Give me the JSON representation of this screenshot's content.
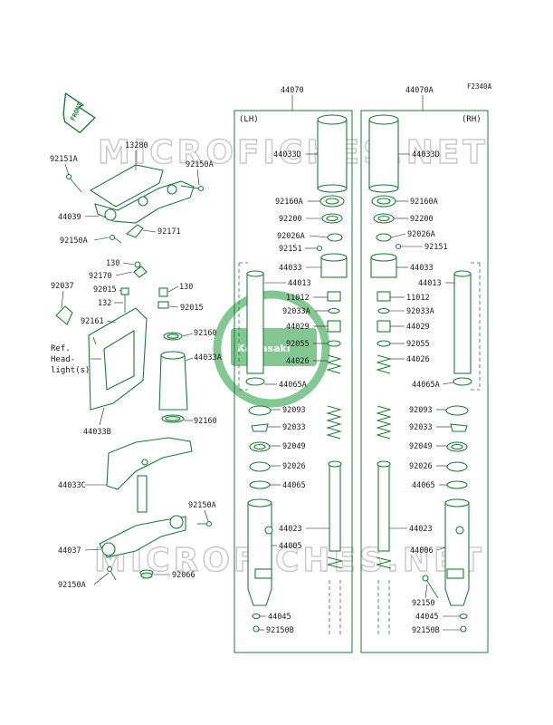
{
  "code": "F2340A",
  "front_label": "FRONT",
  "sides": {
    "lh": "(LH)",
    "rh": "(RH)"
  },
  "watermark": {
    "text": "MICROFICHES.NET",
    "logo": "Kawasaki"
  },
  "ref": {
    "line1": "Ref.",
    "line2": "Head-",
    "line3": "light(s)"
  },
  "assemblies": {
    "lh": "44070",
    "rh": "44070A"
  },
  "labels_left": {
    "l13280": "13280",
    "l92151A": "92151A",
    "l92150A_top": "92150A",
    "l44039": "44039",
    "l92150A_mid": "92150A",
    "l92171": "92171",
    "l130_a": "130",
    "l92170": "92170",
    "l92037": "92037",
    "l92015_a": "92015",
    "l130_b": "130",
    "l132": "132",
    "l92015_b": "92015",
    "l92161": "92161",
    "l92160_a": "92160",
    "l44033A": "44033A",
    "l44033B": "44033B",
    "l92160_b": "92160",
    "l44033C": "44033C",
    "l92150A_low": "92150A",
    "l44037": "44037",
    "l92150A_bot": "92150A",
    "l92066": "92066"
  },
  "labels_lh": {
    "a44033D": "44033D",
    "a92160A": "92160A",
    "a92200": "92200",
    "a92026A": "92026A",
    "a92151": "92151",
    "a44033": "44033",
    "a44013": "44013",
    "a11012": "11012",
    "a92033A": "92033A",
    "a44029": "44029",
    "a92055": "92055",
    "a44026": "44026",
    "a44065A": "44065A",
    "a92093": "92093",
    "a92033": "92033",
    "a92049": "92049",
    "a92026": "92026",
    "a44065": "44065",
    "a44023": "44023",
    "a44005": "44005",
    "a44045": "44045",
    "a92150B": "92150B"
  },
  "labels_rh": {
    "b44033D": "44033D",
    "b92160A": "92160A",
    "b92200": "92200",
    "b92026A": "92026A",
    "b92151": "92151",
    "b44033": "44033",
    "b44013": "44013",
    "b11012": "11012",
    "b92033A": "92033A",
    "b44029": "44029",
    "b92055": "92055",
    "b44026": "44026",
    "b44065A": "44065A",
    "b92093": "92093",
    "b92033": "92033",
    "b92049": "92049",
    "b92026": "92026",
    "b44065": "44065",
    "b44023": "44023",
    "b44006": "44006",
    "b92150": "92150",
    "b44045": "44045",
    "b92150B": "92150B"
  },
  "colors": {
    "line": "#1e7a3a",
    "text": "#1a1a1a",
    "watermark": "#c8c8c8"
  }
}
